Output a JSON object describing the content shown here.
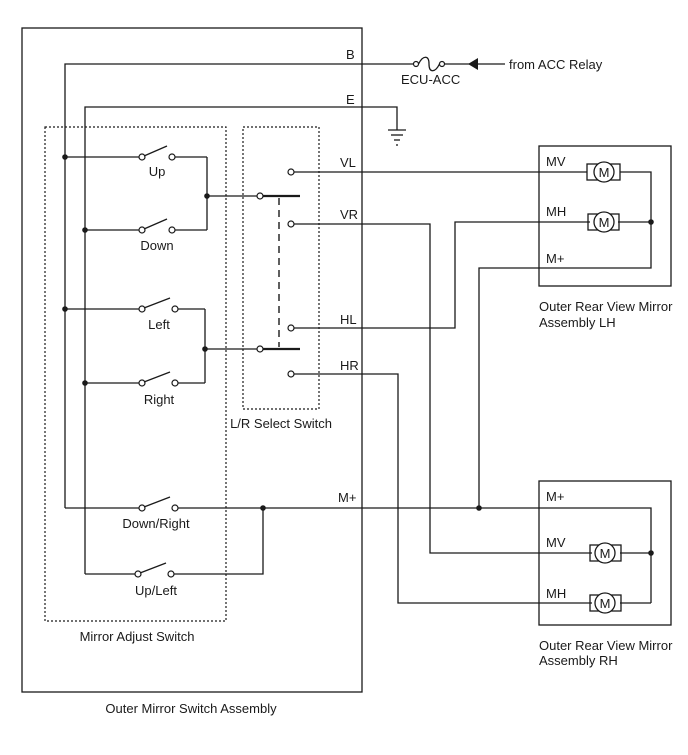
{
  "labels": {
    "pin_b": "B",
    "pin_e": "E",
    "fuse": "ECU-ACC",
    "acc_source": "from ACC Relay",
    "sw_up": "Up",
    "sw_down": "Down",
    "sw_left": "Left",
    "sw_right": "Right",
    "sw_down_right": "Down/Right",
    "sw_up_left": "Up/Left",
    "pin_vl": "VL",
    "pin_vr": "VR",
    "pin_hl": "HL",
    "pin_hr": "HR",
    "pin_mplus": "M+",
    "lr_select": "L/R Select Switch",
    "mirror_adjust": "Mirror Adjust Switch",
    "switch_assembly": "Outer Mirror Switch Assembly",
    "lh_mv": "MV",
    "lh_mh": "MH",
    "lh_mplus": "M+",
    "lh_title_1": "Outer Rear View Mirror",
    "lh_title_2": "Assembly LH",
    "rh_mplus": "M+",
    "rh_mv": "MV",
    "rh_mh": "MH",
    "rh_title_1": "Outer Rear View Mirror",
    "rh_title_2": "Assembly RH",
    "motor_symbol": "M"
  }
}
